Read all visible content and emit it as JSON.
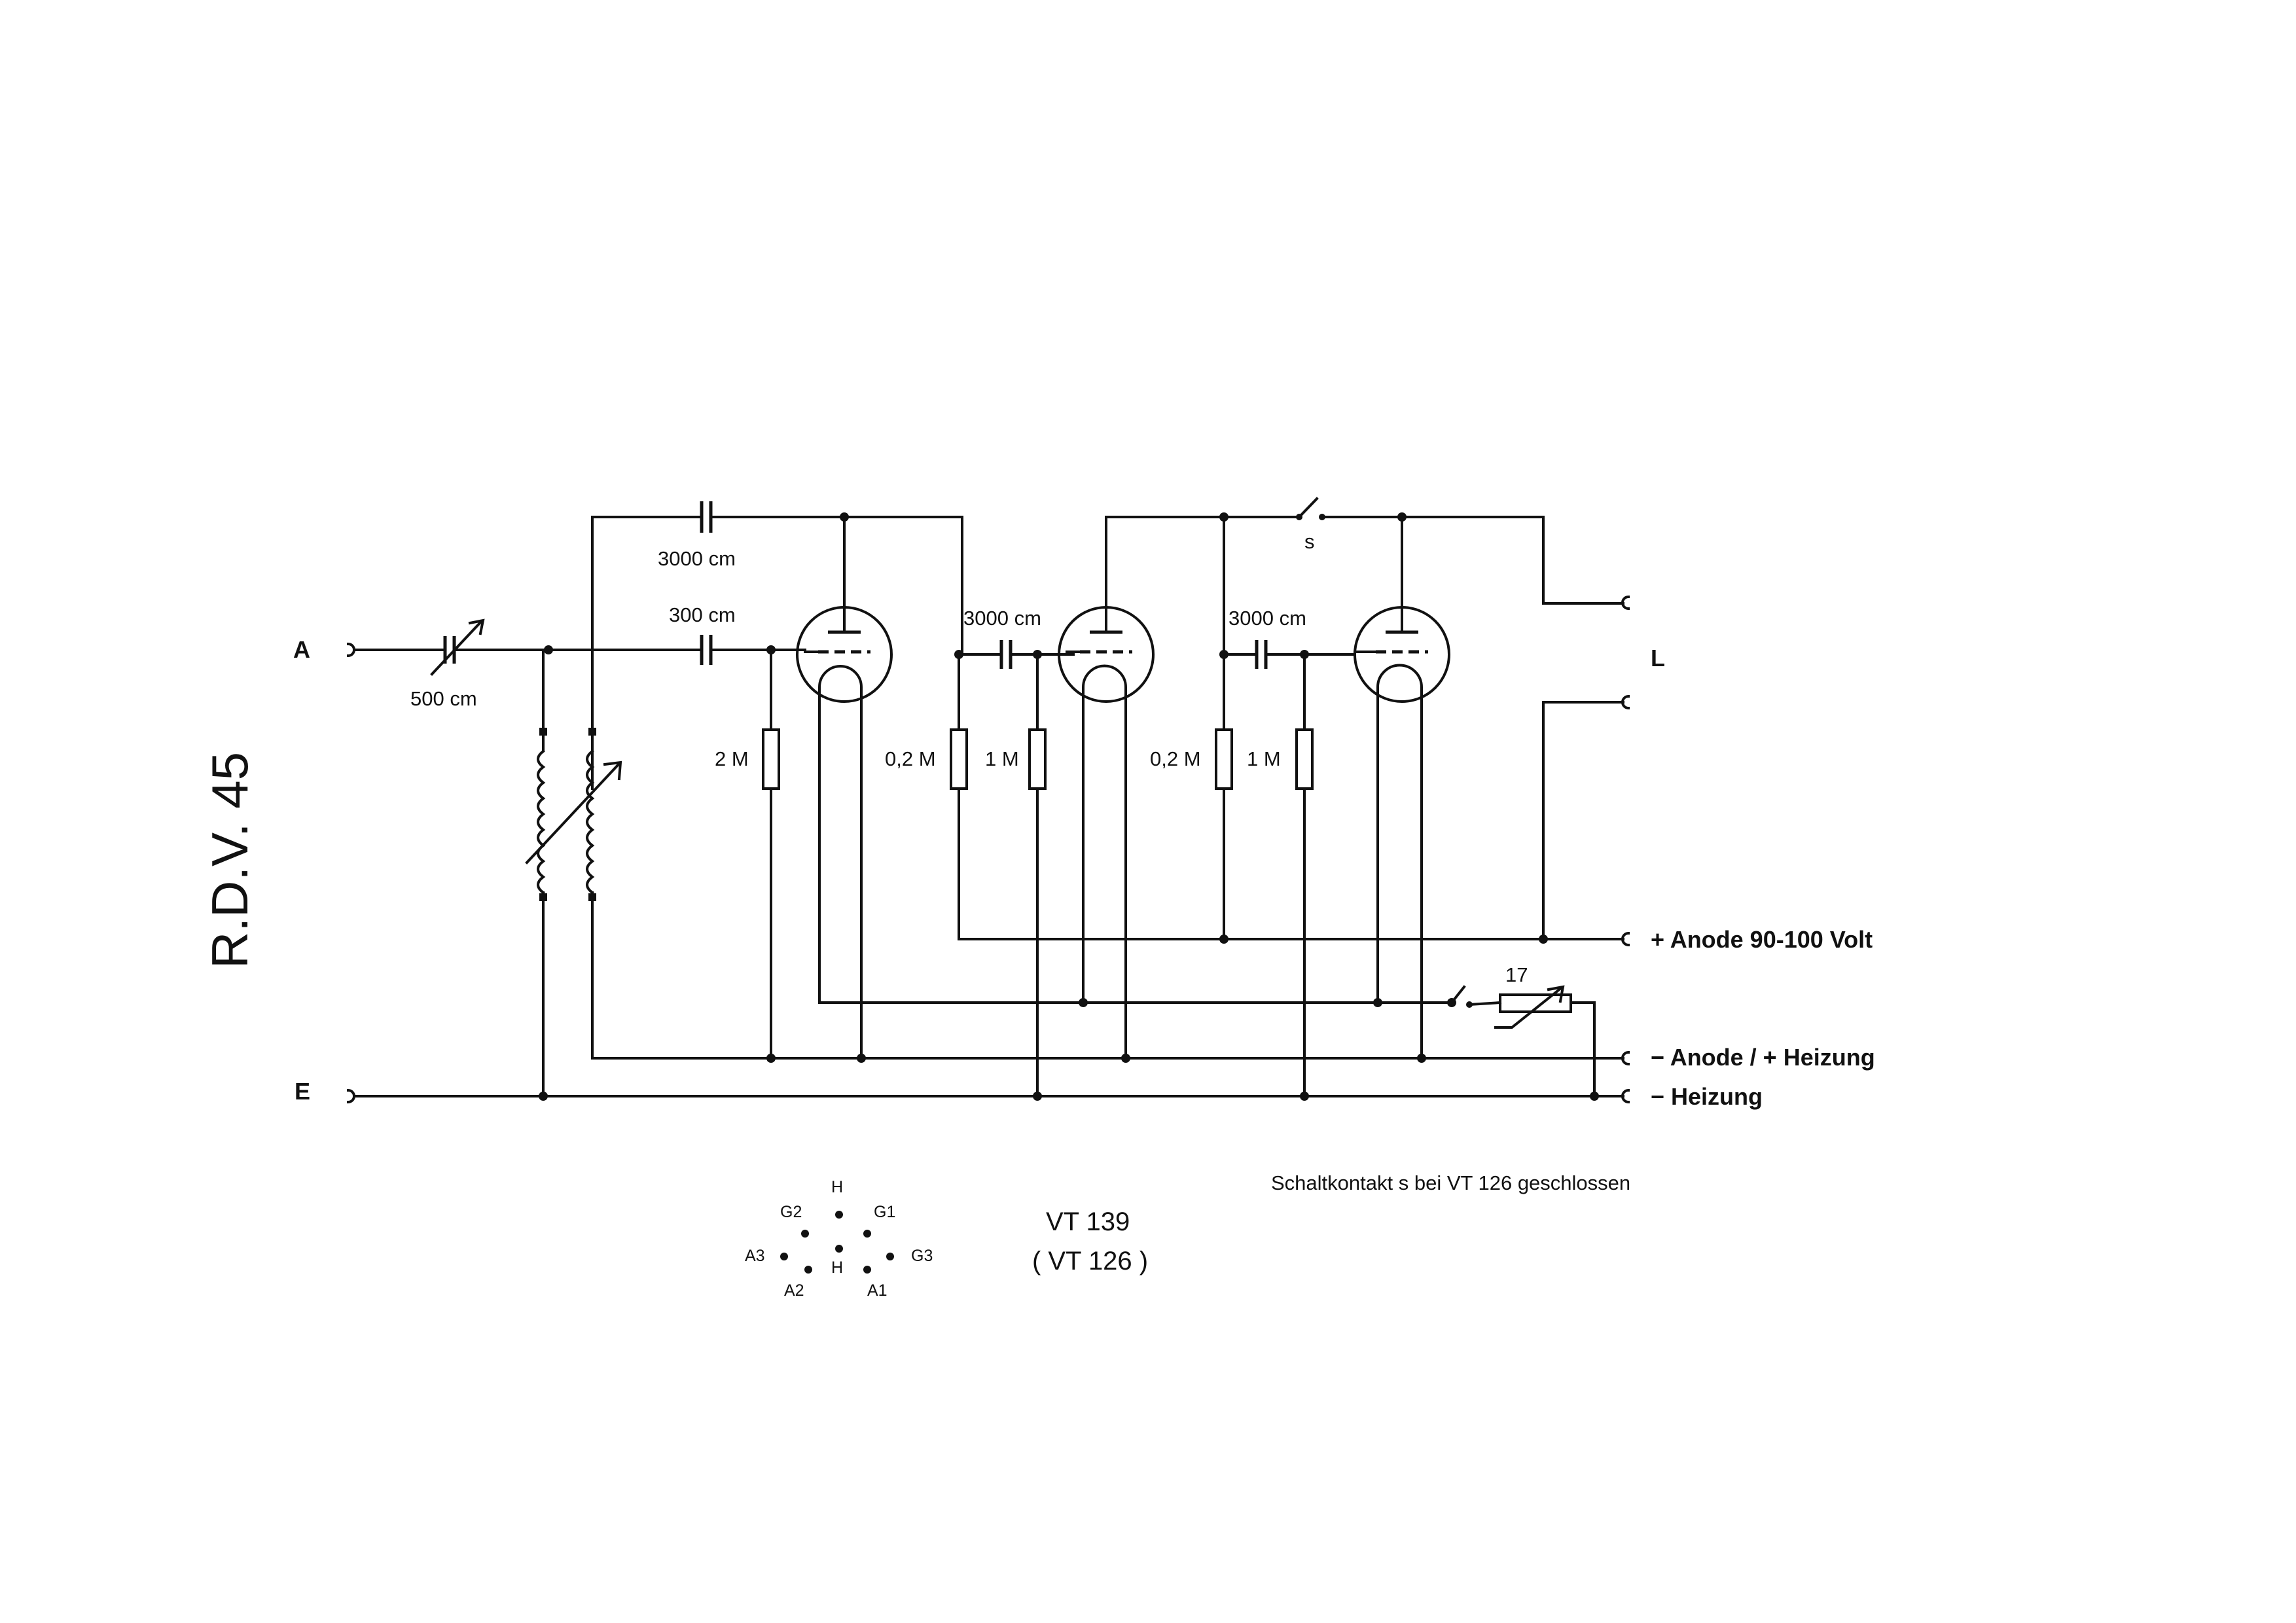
{
  "title": "R.D.V. 45",
  "terminals": {
    "antenna": "A",
    "earth": "E",
    "speaker": "L",
    "anode_plus": "+ Anode 90-100 Volt",
    "anode_minus_heat_plus": "− Anode / + Heizung",
    "heat_minus": "− Heizung"
  },
  "components": {
    "c_tune": "500 cm",
    "c_feedback": "3000 cm",
    "c_grid1": "300 cm",
    "c_couple2": "3000 cm",
    "c_couple3": "3000 cm",
    "r_grid1": "2 M",
    "r_anode1": "0,2 M",
    "r_grid2": "1 M",
    "r_anode2": "0,2 M",
    "r_grid3": "1 M",
    "rheostat": "17",
    "switch": "s"
  },
  "base_pins": {
    "top_h": "H",
    "g2": "G2",
    "g1": "G1",
    "a3": "A3",
    "center_h": "H",
    "g3": "G3",
    "a2": "A2",
    "a1": "A1"
  },
  "tube_type": "VT 139",
  "tube_type_alt": "( VT 126 )",
  "note": "Schaltkontakt  s  bei VT 126 geschlossen"
}
